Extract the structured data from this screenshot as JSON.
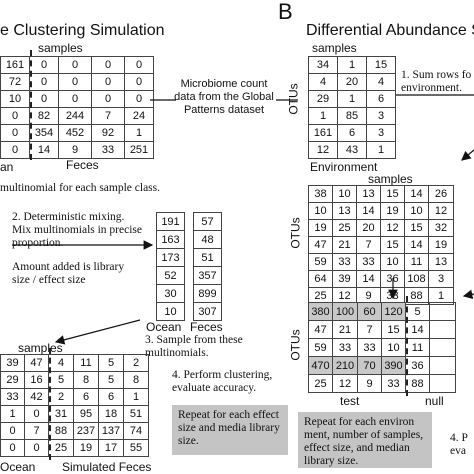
{
  "panelA": {
    "title": "e Clustering Simulation",
    "samples_label": "samples",
    "count_table": [
      [
        "161",
        "0",
        "0",
        "0",
        "0"
      ],
      [
        "72",
        "0",
        "0",
        "0",
        "0"
      ],
      [
        "10",
        "0",
        "0",
        "0",
        "0"
      ],
      [
        "0",
        "82",
        "244",
        "7",
        "24"
      ],
      [
        "0",
        "354",
        "452",
        "92",
        "1"
      ],
      [
        "0",
        "14",
        "9",
        "33",
        "251"
      ]
    ],
    "row_label_left": "an",
    "row_label_feces": "Feces",
    "multinomial_note": "multinomial for each sample class.",
    "step2": "2. Deterministic mixing. Mix multinomials in precise proportion.",
    "amount_note": "Amount added is library size / effect size",
    "ocean_col": [
      "191",
      "163",
      "173",
      "52",
      "30",
      "10"
    ],
    "feces_col": [
      "57",
      "48",
      "51",
      "357",
      "899",
      "307"
    ],
    "ocean_label": "Ocean",
    "feces_label": "Feces",
    "step3": "3. Sample from these multinomials.",
    "step4": "4. Perform clustering, evaluate accuracy.",
    "repeat_box": "Repeat for each effect size and media library size.",
    "sim_table": [
      [
        "39",
        "47",
        "4",
        "11",
        "5",
        "2"
      ],
      [
        "29",
        "16",
        "5",
        "8",
        "5",
        "8"
      ],
      [
        "33",
        "42",
        "2",
        "6",
        "6",
        "1"
      ],
      [
        "1",
        "0",
        "31",
        "95",
        "18",
        "51"
      ],
      [
        "0",
        "7",
        "88",
        "237",
        "137",
        "74"
      ],
      [
        "0",
        "0",
        "25",
        "19",
        "17",
        "55"
      ]
    ],
    "sim_ocean_label": "Ocean",
    "sim_feces_label": "Simulated Feces"
  },
  "middle": {
    "microbiome_note": "Microbiome count data from the Global Patterns dataset"
  },
  "panelB": {
    "letter": "B",
    "title": "Differential Abundance S",
    "samples_label": "samples",
    "otus_label": "OTUs",
    "env_table": [
      [
        "34",
        "1",
        "15"
      ],
      [
        "4",
        "20",
        "4"
      ],
      [
        "29",
        "1",
        "6"
      ],
      [
        "1",
        "85",
        "3"
      ],
      [
        "161",
        "6",
        "3"
      ],
      [
        "12",
        "43",
        "1"
      ]
    ],
    "environment_label": "Environment",
    "step1": "1. Sum rows fo environment.",
    "samples2_label": "samples",
    "otus2_label": "OTUs",
    "samples_table": [
      [
        "38",
        "10",
        "13",
        "15",
        "14",
        "26"
      ],
      [
        "10",
        "13",
        "14",
        "19",
        "10",
        "12"
      ],
      [
        "19",
        "25",
        "20",
        "12",
        "15",
        "32"
      ],
      [
        "47",
        "21",
        "7",
        "15",
        "14",
        "19"
      ],
      [
        "59",
        "33",
        "33",
        "10",
        "11",
        "13"
      ],
      [
        "64",
        "39",
        "14",
        "36",
        "108",
        "3"
      ],
      [
        "25",
        "12",
        "9",
        "33",
        "88",
        "1"
      ]
    ],
    "otus3_label": "OTUs",
    "test_table": [
      [
        "380",
        "100",
        "60",
        "120",
        "5",
        ""
      ],
      [
        "47",
        "21",
        "7",
        "15",
        "14",
        ""
      ],
      [
        "59",
        "33",
        "33",
        "10",
        "11",
        ""
      ],
      [
        "470",
        "210",
        "70",
        "390",
        "36",
        ""
      ],
      [
        "25",
        "12",
        "9",
        "33",
        "88",
        ""
      ]
    ],
    "test_label": "test",
    "null_label": "null",
    "repeat_box": "Repeat for each environ ment, number of samples, effect size, and median library size.",
    "cut_label": "4. P eva"
  }
}
